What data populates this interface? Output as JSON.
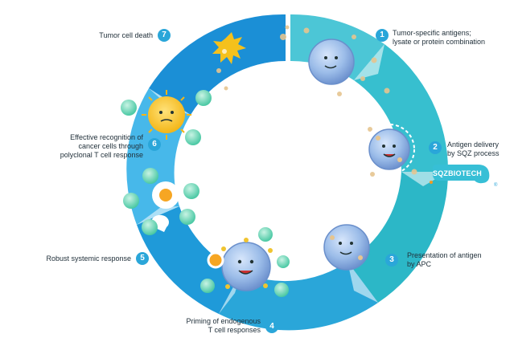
{
  "steps": [
    {
      "number": "1",
      "lines": [
        "Tumor-specific antigens;",
        "lysate or protein combination"
      ]
    },
    {
      "number": "2",
      "lines": [
        "Antigen delivery",
        "by SQZ process"
      ]
    },
    {
      "number": "3",
      "lines": [
        "Presentation of antigen",
        "by APC"
      ]
    },
    {
      "number": "4",
      "lines": [
        "Priming of endogenous",
        "T cell responses"
      ]
    },
    {
      "number": "5",
      "lines": [
        "Robust systemic response"
      ]
    },
    {
      "number": "6",
      "lines": [
        "Effective recognition of",
        "cancer cells through",
        "polyclonal T cell response"
      ]
    },
    {
      "number": "7",
      "lines": [
        "Tumor cell death"
      ]
    }
  ],
  "logo": {
    "text": "SQZBIOTECH",
    "registered": "®"
  },
  "colors": {
    "ring_dark": "#1b8fd6",
    "ring_light": "#3fb9e8",
    "ring_teal": "#2bc2c9",
    "badge": "#2aa6d9",
    "cell": "#8fb4e6",
    "tcell": "#5fd4b0",
    "tumor": "#f5c11c",
    "antigen": "#e8c48a"
  }
}
